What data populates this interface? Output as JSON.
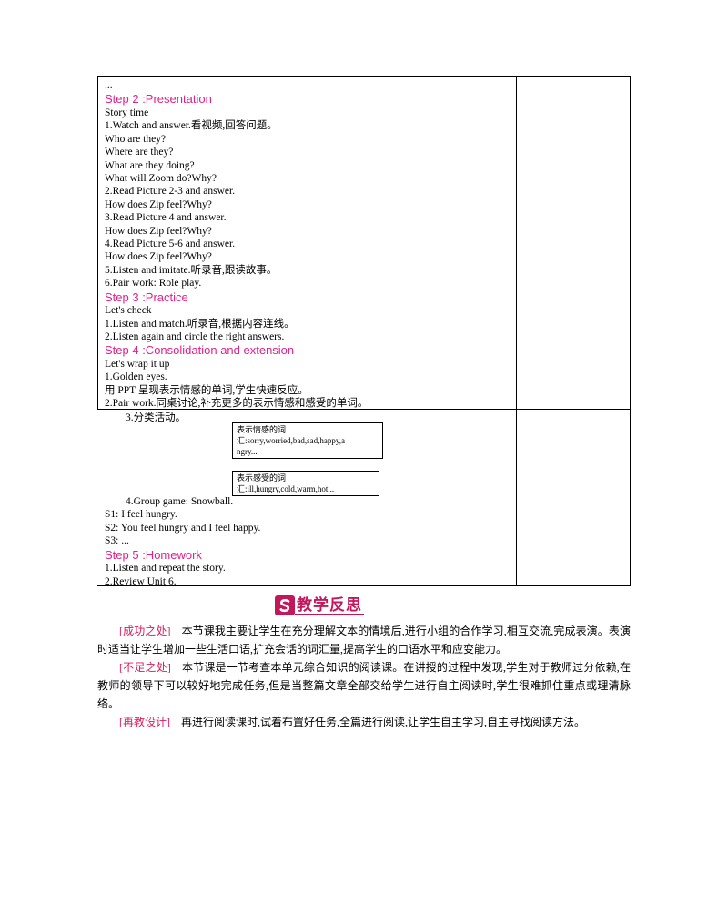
{
  "upper_cell": {
    "lines": [
      {
        "text": "...",
        "style": "plain"
      },
      {
        "text": "Step 2 :Presentation",
        "style": "step"
      },
      {
        "text": "Story time",
        "style": "plain"
      },
      {
        "text": "1.Watch and answer.看视频,回答问题。",
        "style": "plain"
      },
      {
        "text": "Who are they?",
        "style": "plain"
      },
      {
        "text": "Where are they?",
        "style": "plain"
      },
      {
        "text": "What are they doing?",
        "style": "plain"
      },
      {
        "text": "What will Zoom do?Why?",
        "style": "plain"
      },
      {
        "text": "2.Read Picture 2-3 and answer.",
        "style": "plain"
      },
      {
        "text": "How does Zip feel?Why?",
        "style": "plain"
      },
      {
        "text": "3.Read Picture 4 and answer.",
        "style": "plain"
      },
      {
        "text": "How does Zip feel?Why?",
        "style": "plain"
      },
      {
        "text": "4.Read Picture 5-6 and answer.",
        "style": "plain"
      },
      {
        "text": "How does Zip feel?Why?",
        "style": "plain"
      },
      {
        "text": "5.Listen and imitate.听录音,跟读故事。",
        "style": "plain"
      },
      {
        "text": "6.Pair work: Role play.",
        "style": "plain"
      },
      {
        "text": "Step 3 :Practice",
        "style": "step"
      },
      {
        "text": "Let's check",
        "style": "plain"
      },
      {
        "text": "1.Listen and match.听录音,根据内容连线。",
        "style": "plain"
      },
      {
        "text": "2.Listen again and circle the right answers.",
        "style": "plain"
      },
      {
        "text": "Step 4 :Consolidation and extension",
        "style": "step"
      },
      {
        "text": "Let's wrap it up",
        "style": "plain"
      },
      {
        "text": "1.Golden eyes.",
        "style": "plain"
      },
      {
        "text": "用 PPT 呈现表示情感的单词,学生快速反应。",
        "style": "plain"
      },
      {
        "text": "2.Pair work.同桌讨论,补充更多的表示情感和感受的单词。",
        "style": "plain"
      }
    ]
  },
  "lower_cell": {
    "classify_label": "3.分类活动。",
    "box_emotions": [
      "表示情感的词",
      "汇:sorry,worried,bad,sad,happy,a",
      "ngry..."
    ],
    "box_feelings": [
      "表示感受的词",
      "汇:ill,hungry,cold,warm,hot..."
    ],
    "lines": [
      {
        "text": "4.Group game: Snowball.",
        "style": "indent"
      },
      {
        "text": "S1: I feel hungry.",
        "style": "plain"
      },
      {
        "text": "S2: You feel hungry and I feel happy.",
        "style": "plain"
      },
      {
        "text": "S3: ...",
        "style": "plain"
      },
      {
        "text": "Step 5 :Homework",
        "style": "step"
      },
      {
        "text": "1.Listen and repeat the story.",
        "style": "plain"
      },
      {
        "text": "2.Review Unit 6.",
        "style": "plain"
      }
    ]
  },
  "reflection": {
    "badge_icon": "s-badge-icon",
    "title": "教学反思",
    "accent_color": "#c2185b",
    "paragraphs": [
      {
        "tag": "[成功之处]",
        "text": "本节课我主要让学生在充分理解文本的情境后,进行小组的合作学习,相互交流,完成表演。表演时适当让学生增加一些生活口语,扩充会话的词汇量,提高学生的口语水平和应变能力。"
      },
      {
        "tag": "[不足之处]",
        "text": "本节课是一节考查本单元综合知识的阅读课。在讲授的过程中发现,学生对于教师过分依赖,在教师的领导下可以较好地完成任务,但是当整篇文章全部交给学生进行自主阅读时,学生很难抓住重点或理清脉络。"
      },
      {
        "tag": "[再教设计]",
        "text": "再进行阅读课时,试着布置好任务,全篇进行阅读,让学生自主学习,自主寻找阅读方法。"
      }
    ]
  }
}
